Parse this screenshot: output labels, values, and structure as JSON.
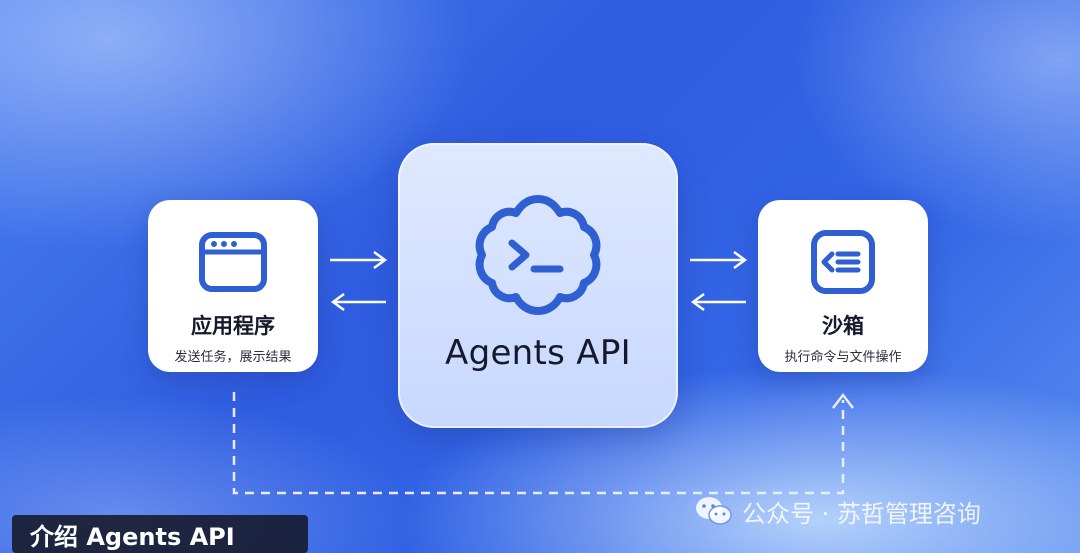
{
  "nodes": {
    "app": {
      "title": "应用程序",
      "subtitle": "发送任务，展示结果",
      "icon": "app-window-icon"
    },
    "center": {
      "title": "Agents API",
      "icon": "agents-cloud-terminal-icon"
    },
    "sandbox": {
      "title": "沙箱",
      "subtitle": "执行命令与文件操作",
      "icon": "document-list-icon"
    }
  },
  "caption": "介绍 Agents API",
  "watermark": "公众号 · 苏哲管理咨询",
  "colors": {
    "accent": "#2f5fd0",
    "background": "#3466e6",
    "card": "#ffffff"
  }
}
